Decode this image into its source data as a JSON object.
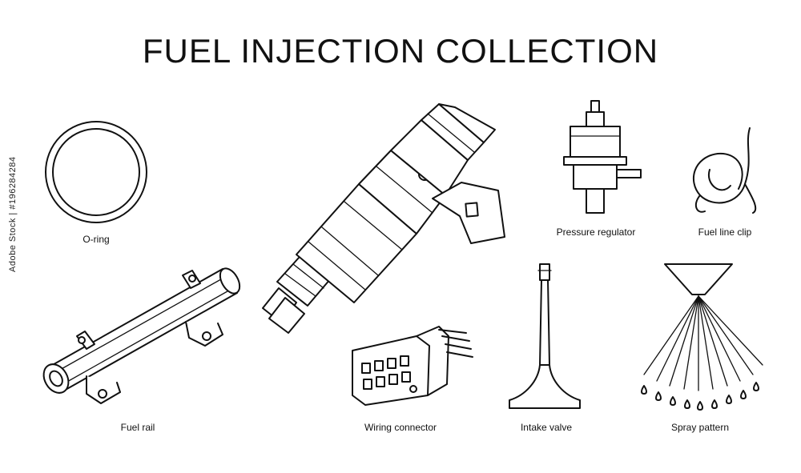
{
  "title": "FUEL INJECTION COLLECTION",
  "side_id": "Adobe Stock | #196284284",
  "parts": {
    "o_ring": "O-ring",
    "fuel_rail": "Fuel rail",
    "wiring_connector": "Wiring connector",
    "pressure_regulator": "Pressure regulator",
    "fuel_line_clip": "Fuel line clip",
    "intake_valve": "Intake valve",
    "spray_pattern": "Spray pattern"
  }
}
